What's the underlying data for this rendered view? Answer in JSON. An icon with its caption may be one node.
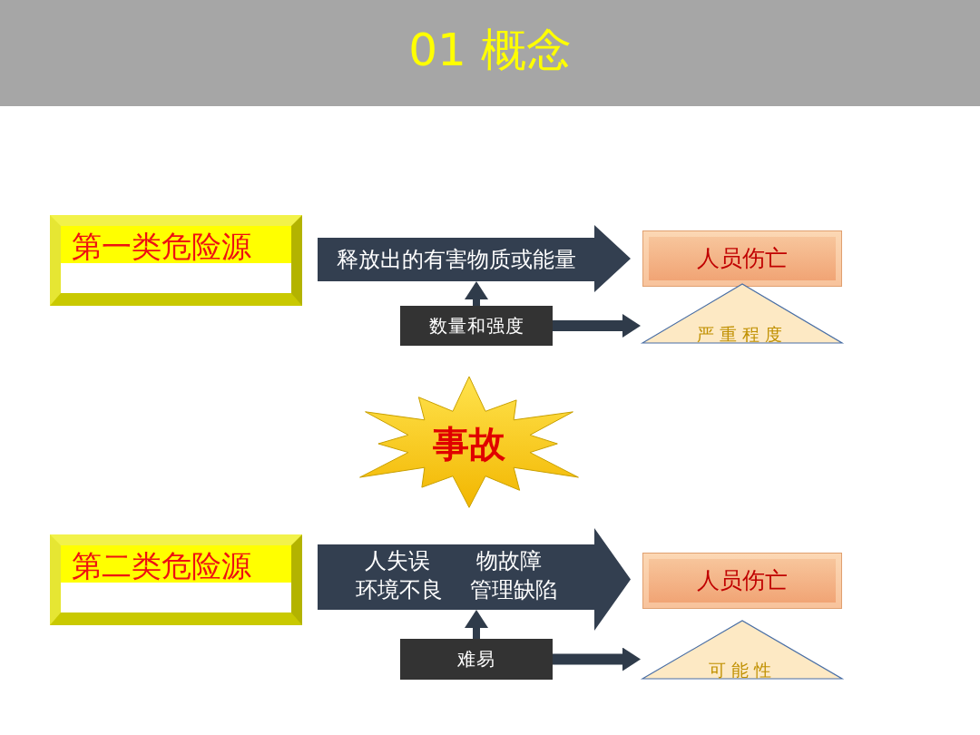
{
  "diagram": {
    "title": "01 概念",
    "nodes": [
      {
        "text": [
          "第一类危险源"
        ]
      },
      {
        "text": [
          "释放出的有害物质或能量"
        ]
      },
      {
        "text": [
          "人员伤亡"
        ]
      },
      {
        "text": [
          "数量和强度"
        ]
      },
      {
        "text": [
          "严重程度"
        ]
      },
      {
        "text": [
          "事故"
        ]
      },
      {
        "text": [
          "第二类危险源"
        ]
      },
      {
        "text": [
          "人失误",
          "物故障",
          "环境不良",
          "管理缺陷"
        ]
      },
      {
        "text": [
          "人员伤亡"
        ]
      },
      {
        "text": [
          "难易"
        ]
      },
      {
        "text": [
          "可能性"
        ]
      }
    ],
    "edges": [
      {
        "from": 3,
        "to": 1,
        "arrow": "to"
      },
      {
        "from": 3,
        "to": 4,
        "arrow": "to"
      },
      {
        "from": 9,
        "to": 7,
        "arrow": "to"
      },
      {
        "from": 9,
        "to": 10,
        "arrow": "to"
      }
    ]
  }
}
